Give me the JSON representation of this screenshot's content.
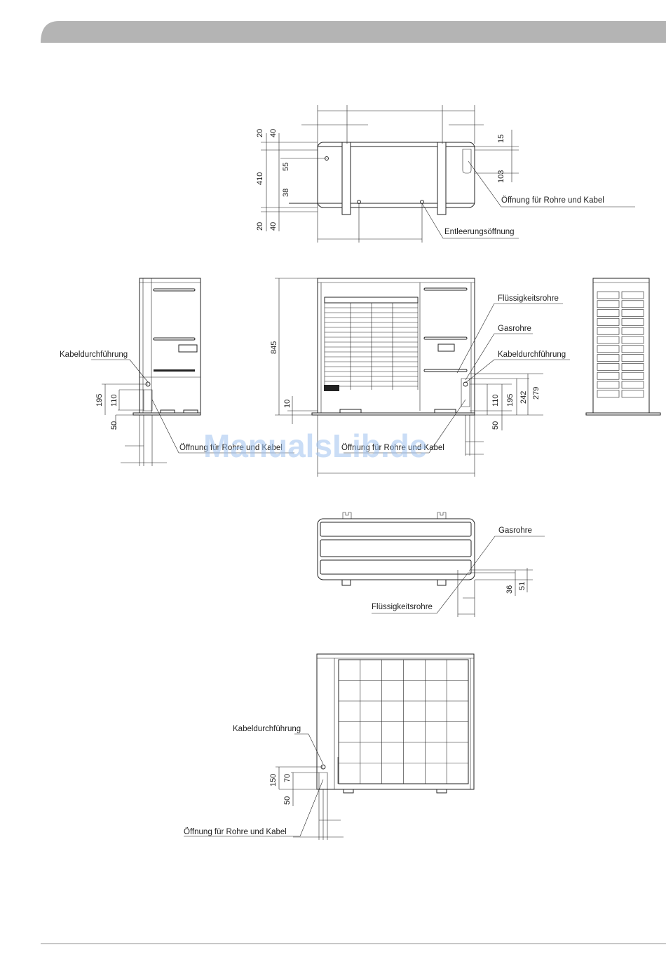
{
  "top_view": {
    "dims_left": [
      "20",
      "40",
      "55",
      "410",
      "38",
      "20",
      "40"
    ],
    "dims_right": [
      "15",
      "103"
    ],
    "label_opening": "Öffnung für Rohre und Kabel",
    "label_drain": "Entleerungsöffnung"
  },
  "side_view_left": {
    "label_cable": "Kabeldurchführung",
    "label_opening": "Öffnung für Rohre und Kabel",
    "dims": [
      "195",
      "110",
      "50"
    ]
  },
  "front_view": {
    "dims_left": [
      "845",
      "10"
    ],
    "label_liquid": "Flüssigkeitsrohre",
    "label_gas": "Gasrohre",
    "label_cable": "Kabeldurchführung",
    "label_opening": "Öffnung für Rohre und Kabel",
    "dims_right": [
      "110",
      "195",
      "242",
      "279",
      "50"
    ]
  },
  "bottom_view": {
    "label_gas": "Gasrohre",
    "label_liquid": "Flüssigkeitsrohre",
    "dims": [
      "36",
      "51"
    ]
  },
  "rear_view": {
    "label_cable": "Kabeldurchführung",
    "label_opening": "Öffnung für Rohre und Kabel",
    "dims": [
      "150",
      "70",
      "50"
    ]
  },
  "watermark": "ManualsLib.de",
  "colors": {
    "header_bar": "#b4b4b4",
    "watermark": "#9fc3ef"
  }
}
